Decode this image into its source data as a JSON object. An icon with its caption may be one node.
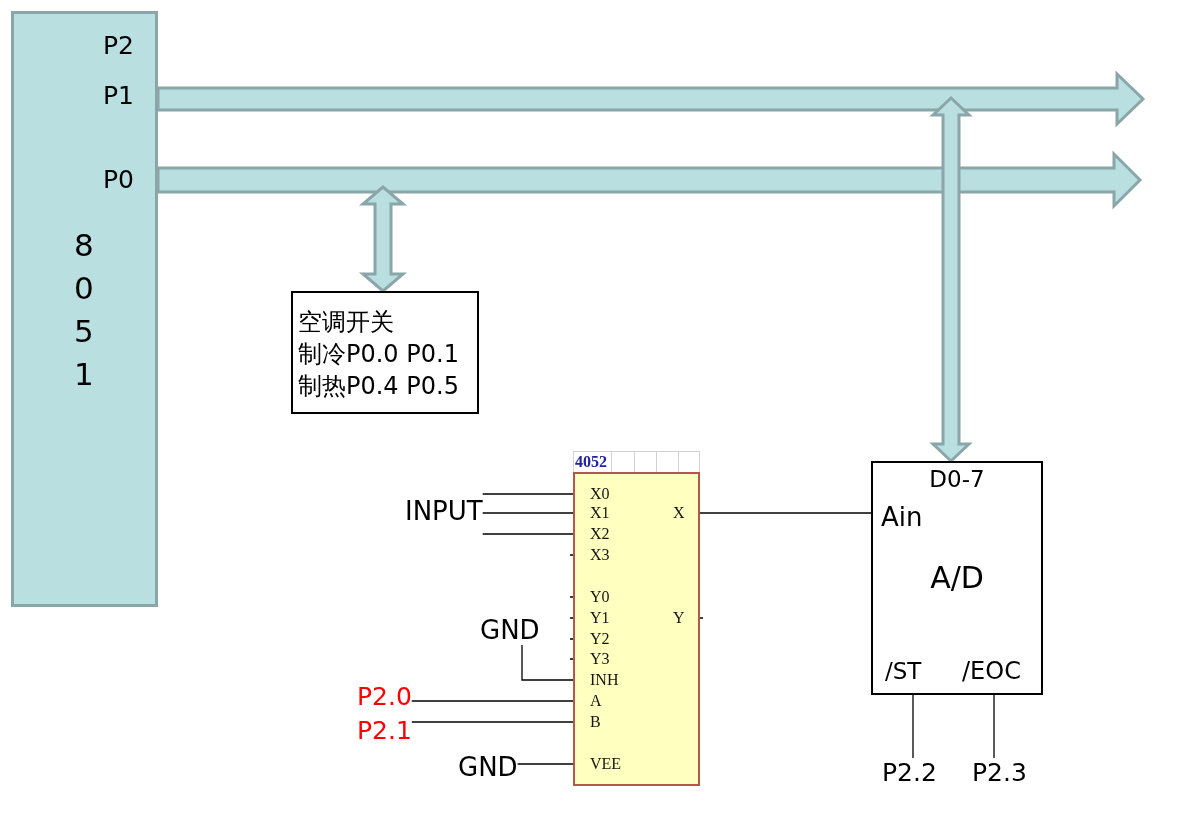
{
  "diagram": {
    "nodes": [
      {
        "text": [
          "P2",
          "P1",
          "P0",
          "8051"
        ]
      },
      {
        "text": [
          "空调开关",
          "制冷P0.0 P0.1",
          "制热P0.4 P0.5"
        ]
      },
      {
        "text": [
          "4052",
          "X0",
          "X1",
          "X2",
          "X3",
          "Y0",
          "Y1",
          "Y2",
          "Y3",
          "INH",
          "A",
          "B",
          "VEE",
          "X",
          "Y"
        ]
      },
      {
        "text": [
          "D0-7",
          "Ain",
          "A/D",
          "/ST",
          "/EOC"
        ]
      },
      {
        "text": [
          "INPUT"
        ]
      },
      {
        "text": [
          "GND"
        ]
      },
      {
        "text": [
          "P2.0"
        ]
      },
      {
        "text": [
          "P2.1"
        ]
      },
      {
        "text": [
          "GND"
        ]
      },
      {
        "text": [
          "P2.2"
        ]
      },
      {
        "text": [
          "P2.3"
        ]
      }
    ],
    "edges": [
      {
        "from": 0,
        "to": null,
        "arrow": "to"
      },
      {
        "from": 0,
        "to": null,
        "arrow": "to"
      },
      {
        "from": null,
        "to": 1,
        "arrow": "both"
      },
      {
        "from": null,
        "to": 3,
        "arrow": "both"
      },
      {
        "from": 4,
        "to": 2,
        "arrow": "none"
      },
      {
        "from": 4,
        "to": 2,
        "arrow": "none"
      },
      {
        "from": 4,
        "to": 2,
        "arrow": "none"
      },
      {
        "from": 5,
        "to": 2,
        "arrow": "none"
      },
      {
        "from": 6,
        "to": 2,
        "arrow": "none"
      },
      {
        "from": 7,
        "to": 2,
        "arrow": "none"
      },
      {
        "from": 8,
        "to": 2,
        "arrow": "none"
      },
      {
        "from": 2,
        "to": 3,
        "arrow": "none"
      },
      {
        "from": 3,
        "to": 9,
        "arrow": "none"
      },
      {
        "from": 3,
        "to": 10,
        "arrow": "none"
      }
    ]
  }
}
